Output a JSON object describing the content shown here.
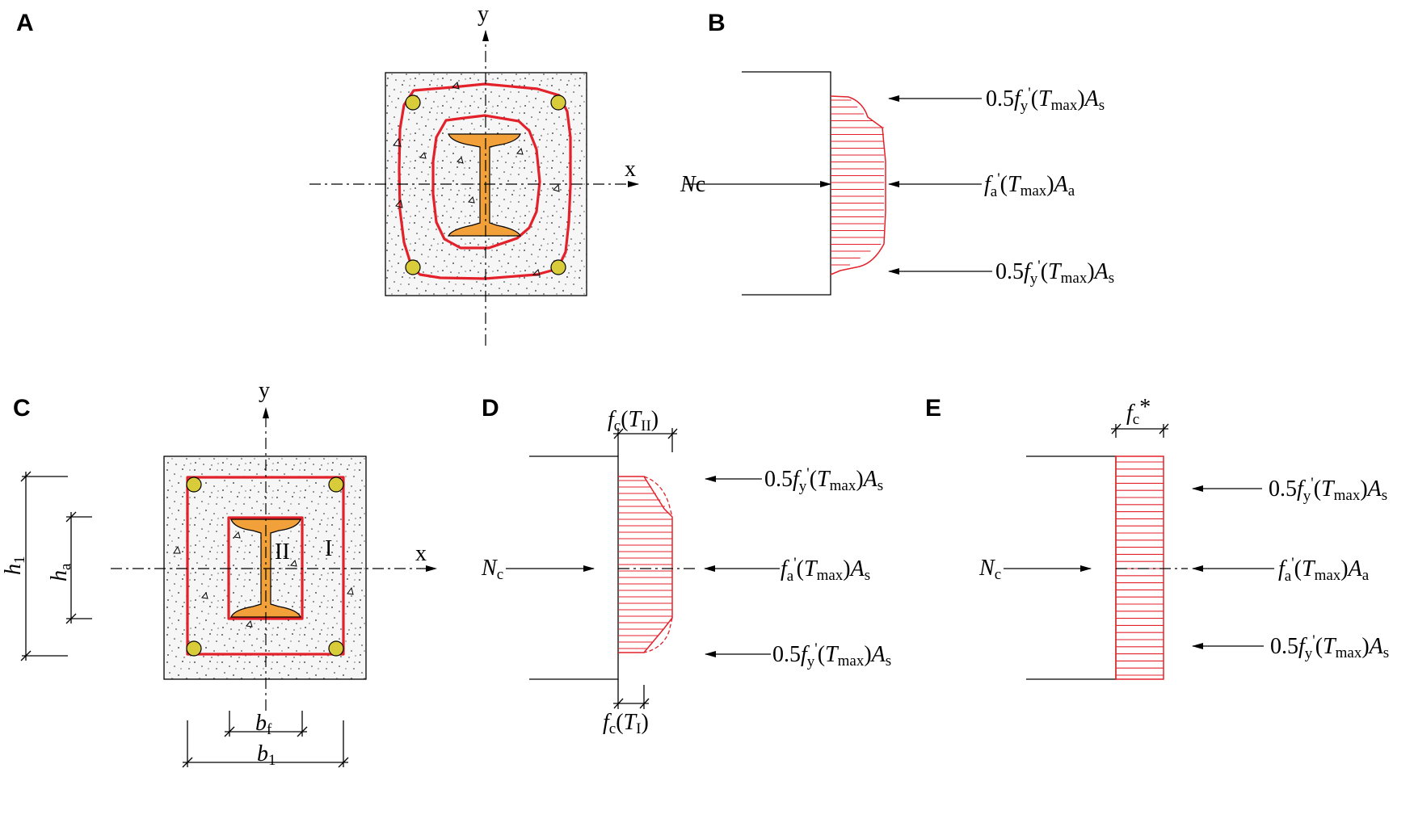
{
  "panels": {
    "a": {
      "label": "A"
    },
    "b": {
      "label": "B"
    },
    "c": {
      "label": "C"
    },
    "d": {
      "label": "D"
    },
    "e": {
      "label": "E"
    }
  },
  "axes": {
    "x": "x",
    "y": "y"
  },
  "labels": {
    "nc": "N",
    "nc_sub_b": "c",
    "nc_sub": "c",
    "force_top_coef": "0.5",
    "f": "f",
    "y_sub": "y",
    "a_sub": "a",
    "prime": "'",
    "open_paren": "(",
    "close_paren": ")",
    "t": "T",
    "max_sub": "max",
    "A": "A",
    "s_sub": "s",
    "fc_c": "c",
    "t2": "II",
    "t1": "I",
    "fc_star": "*",
    "region_ii": "II",
    "region_i": "I",
    "h1": "h",
    "h1_sub": "1",
    "ha": "h",
    "ha_sub": "a",
    "bf": "b",
    "bf_sub": "f",
    "b1": "b",
    "b1_sub": "1"
  },
  "colors": {
    "confined_boundary": "#e3212b",
    "steel": "#f2a03a",
    "rebar": "#d8cc3a",
    "concrete": "#f5f5f5"
  }
}
